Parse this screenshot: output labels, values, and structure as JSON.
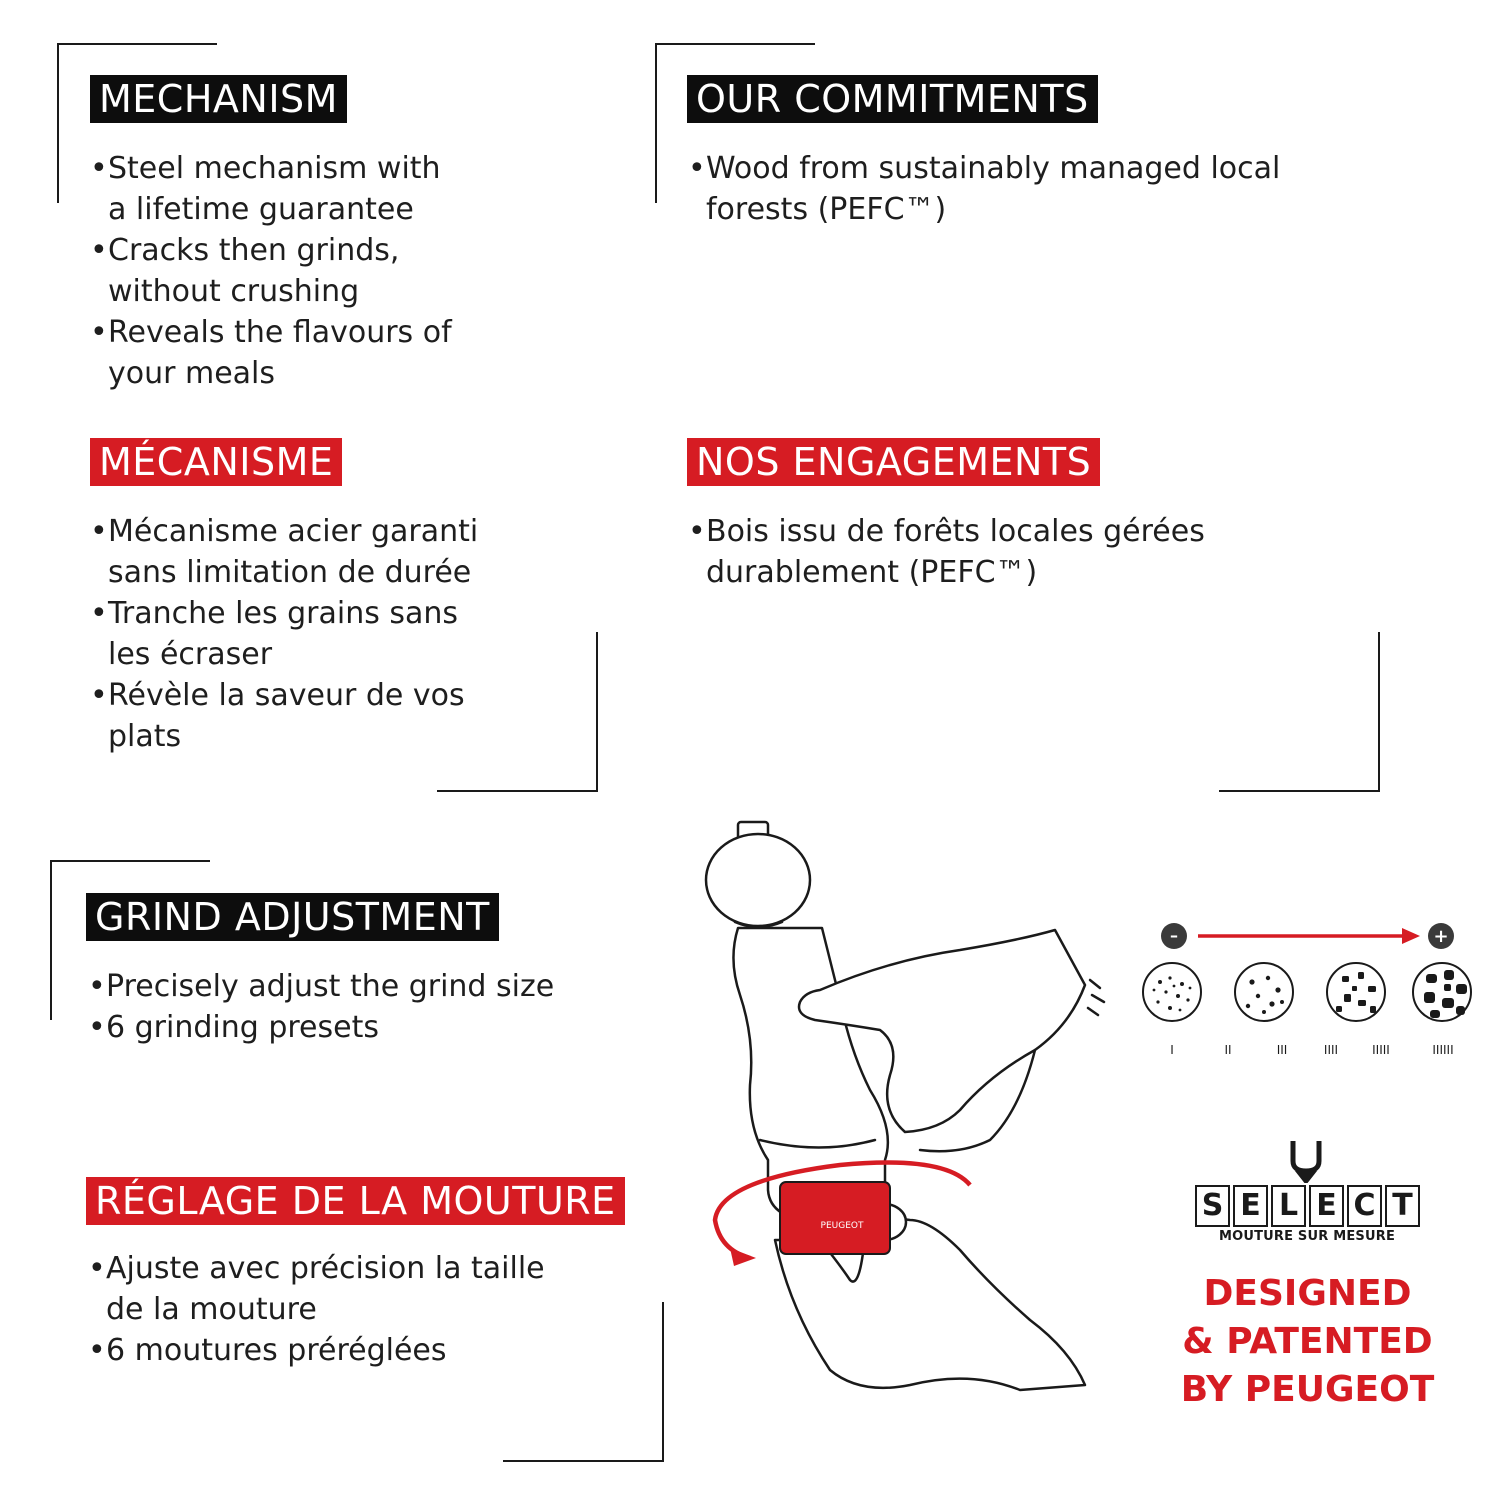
{
  "colors": {
    "brand_red": "#d61c23",
    "ink": "#1a1a1a"
  },
  "mechanism": {
    "title": "MECHANISM",
    "items": [
      [
        "Steel mechanism with",
        "a lifetime guarantee"
      ],
      [
        "Cracks then grinds,",
        "without crushing"
      ],
      [
        "Reveals the flavours of",
        "your meals"
      ]
    ]
  },
  "mecanisme": {
    "title": "MÉCANISME",
    "items": [
      [
        "Mécanisme acier garanti",
        "sans limitation de durée"
      ],
      [
        "Tranche les grains sans",
        "les écraser"
      ],
      [
        "Révèle la saveur de vos",
        "plats"
      ]
    ]
  },
  "commitments": {
    "title": "OUR COMMITMENTS",
    "items": [
      [
        "Wood from sustainably managed local",
        "forests (PEFC™)"
      ]
    ]
  },
  "engagements": {
    "title": "NOS ENGAGEMENTS",
    "items": [
      [
        "Bois issu de forêts locales gérées",
        "durablement (PEFC™)"
      ]
    ]
  },
  "grind": {
    "title": "GRIND ADJUSTMENT",
    "items": [
      [
        "Precisely adjust the grind size"
      ],
      [
        "6 grinding presets"
      ]
    ]
  },
  "reglage": {
    "title": "RÉGLAGE DE LA MOUTURE",
    "items": [
      [
        "Ajuste avec précision la taille",
        "de la mouture"
      ],
      [
        "6 moutures préréglées"
      ]
    ]
  },
  "scale": {
    "min_symbol": "–",
    "max_symbol": "+",
    "presets": [
      "I",
      "II",
      "III",
      "IIII",
      "IIIII",
      "IIIIII"
    ]
  },
  "logo": {
    "letters": [
      "S",
      "E",
      "L",
      "E",
      "C",
      "T"
    ],
    "subtitle": "MOUTURE SUR MESURE",
    "brand_on_mill": "PEUGEOT"
  },
  "designed": [
    "DESIGNED",
    "& PATENTED",
    "BY PEUGEOT"
  ]
}
